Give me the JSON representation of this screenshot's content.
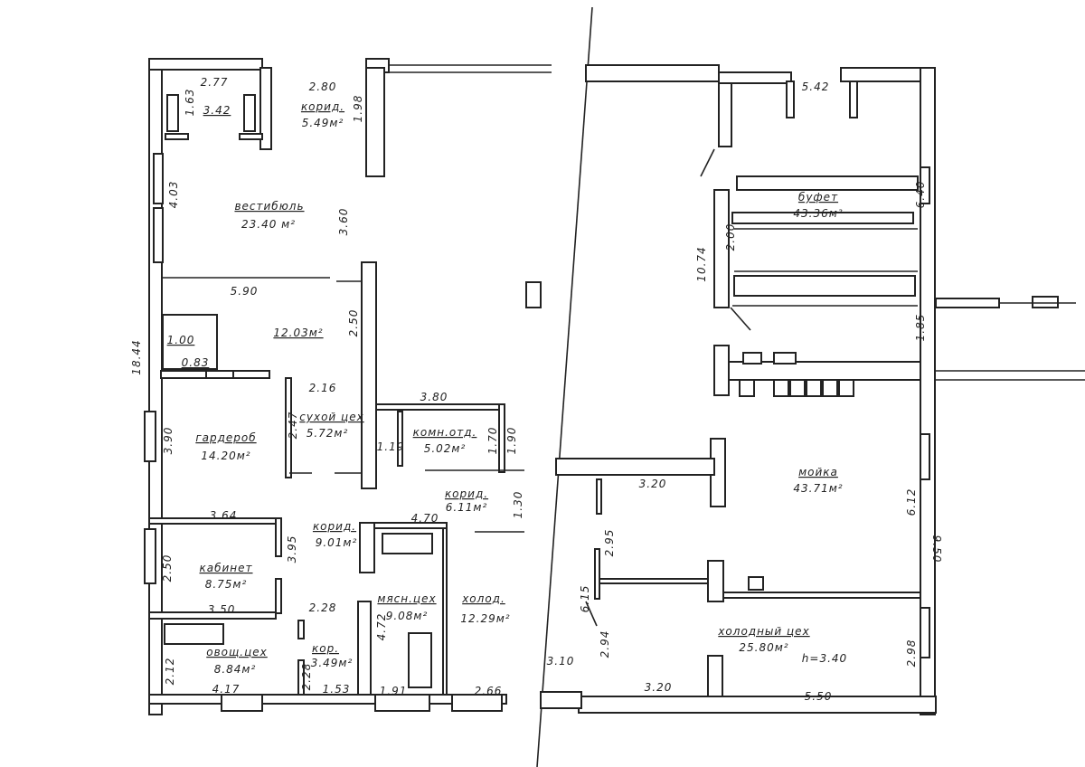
{
  "rooms": {
    "wc1": {
      "width": "2.77",
      "depth": "1.63",
      "area": "3.42"
    },
    "corridor_top": {
      "name": "корид.",
      "area": "5.49м²",
      "width": "2.80",
      "depth": "1.98"
    },
    "vestibule": {
      "name": "вестибюль",
      "area": "23.40 м²",
      "width": "4.03",
      "depth": "3.60"
    },
    "room_12": {
      "area": "12.03м²",
      "width": "5.90",
      "depth": "2.50",
      "wc_a": "1.00",
      "wc_b": "0.83"
    },
    "wardrobe": {
      "name": "гардероб",
      "area": "14.20м²",
      "depth": "3.90"
    },
    "dry_shop": {
      "name": "сухой цех",
      "area": "5.72м²",
      "width": "2.16",
      "depth": "2.47"
    },
    "rest_room": {
      "name": "комн.отд.",
      "area": "5.02м²",
      "width": "3.80",
      "d1": "1.19",
      "d2": "1.70",
      "d3": "1.90"
    },
    "corridor_east": {
      "name": "корид.",
      "area": "6.11м²",
      "depth": "1.30"
    },
    "corridor_mid": {
      "name": "корид.",
      "area": "9.01м²",
      "w1": "3.64",
      "depth": "3.95",
      "w2": "4.70"
    },
    "office": {
      "name": "кабинет",
      "area": "8.75м²",
      "depth": "2.50",
      "width": "3.50"
    },
    "meat_shop": {
      "name": "мясн.цех",
      "area": "9.08м²",
      "depth": "4.72",
      "width": "1.91"
    },
    "cold_room": {
      "name": "холод.",
      "area": "12.29м²",
      "width": "2.66"
    },
    "veg_shop": {
      "name": "овощ.цех",
      "area": "8.84м²",
      "width": "4.17",
      "depth": "2.12"
    },
    "corridor_small": {
      "name": "кор.",
      "area": "3.49м²",
      "w1": "2.28",
      "depth": "2.28",
      "w2": "1.53"
    },
    "total_left": "18.44",
    "vestibule_east": "5.42",
    "buffet": {
      "name": "буфет",
      "area": "43.36м²",
      "depth": "6.40",
      "counter": "2.00",
      "length": "10.74",
      "passage": "1.85"
    },
    "washing": {
      "name": "мойка",
      "area": "43.71м²",
      "depth": "6.12",
      "total": "9.50",
      "width": "3.20",
      "d1": "2.95",
      "d2": "6.15"
    },
    "cold_shop": {
      "name": "холодный цех",
      "area": "25.80м²",
      "height": "h=3.40",
      "depth": "2.98",
      "w1": "3.20",
      "w2": "5.50",
      "d1": "2.94",
      "d2": "3.10"
    }
  }
}
